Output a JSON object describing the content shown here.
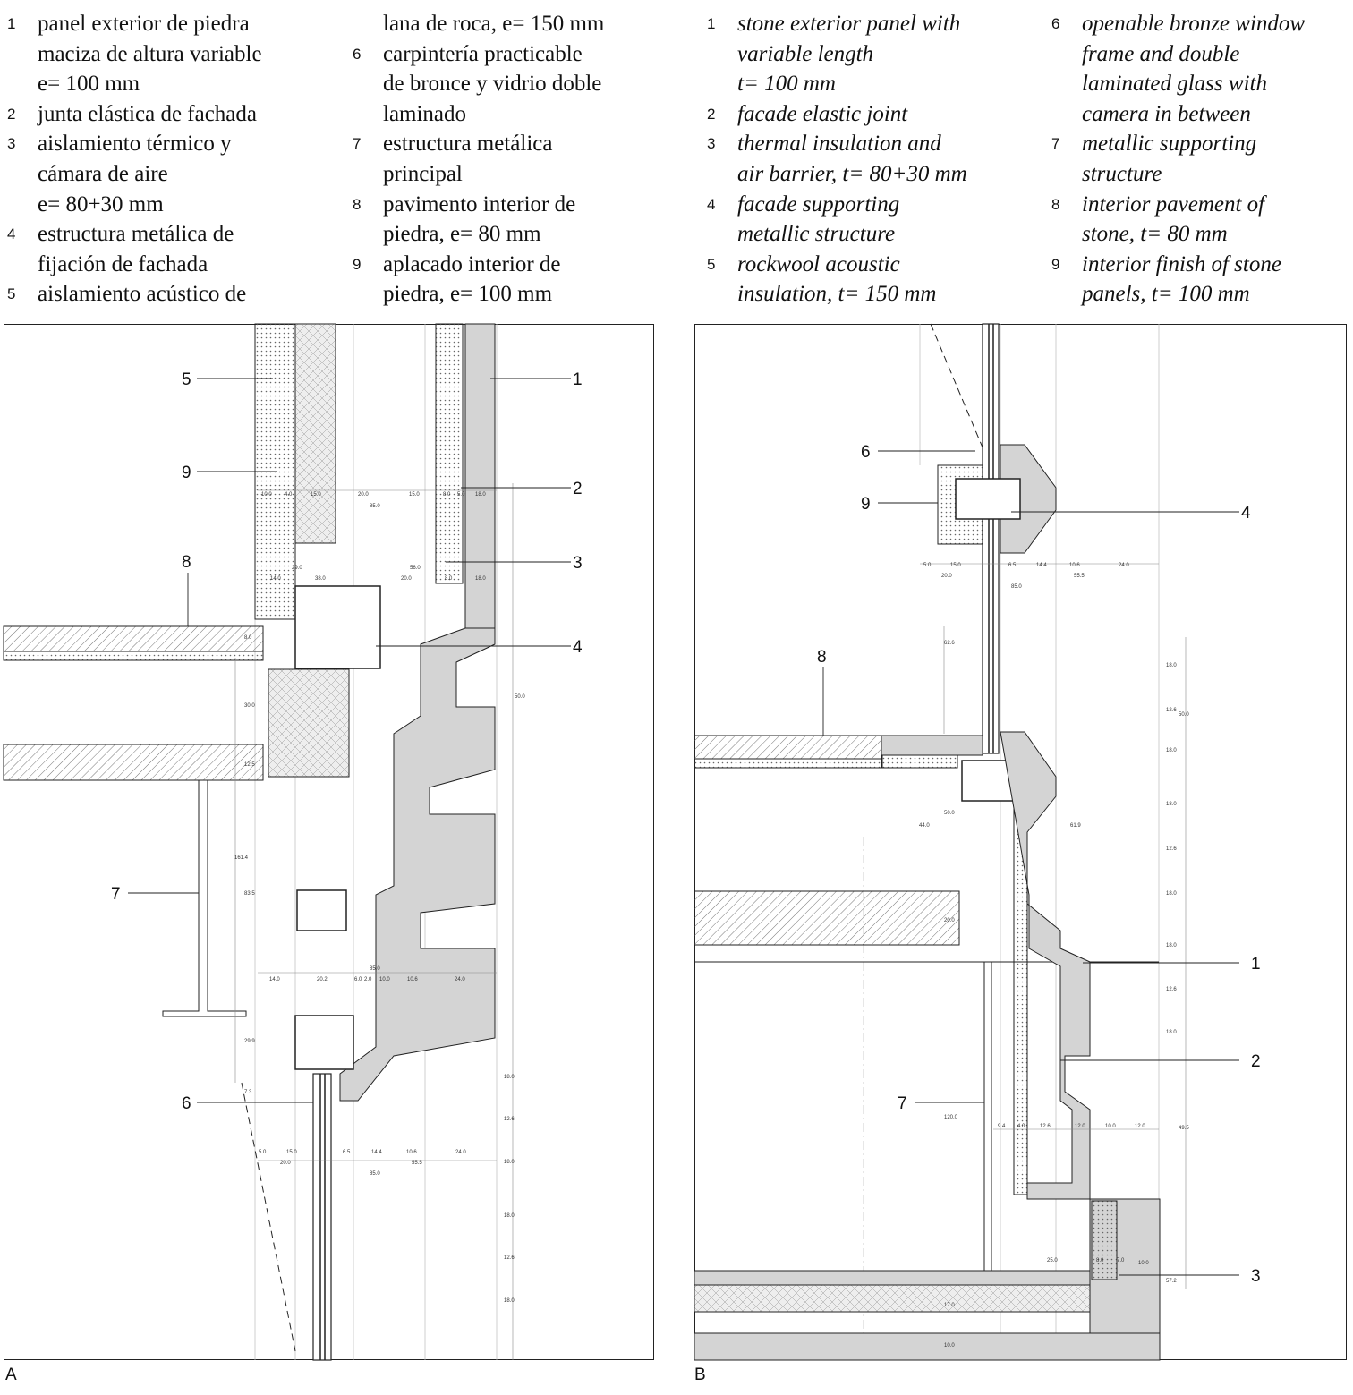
{
  "legend_es": [
    {
      "num": "1",
      "text": "panel exterior de piedra\nmaciza de altura variable\ne= 100 mm"
    },
    {
      "num": "2",
      "text": "junta elástica de fachada"
    },
    {
      "num": "3",
      "text": "aislamiento térmico y\ncámara de aire\ne= 80+30 mm"
    },
    {
      "num": "4",
      "text": "estructura metálica de\nfijación de fachada"
    },
    {
      "num": "5",
      "text": "aislamiento acústico de\nlana de roca, e= 150 mm"
    },
    {
      "num": "6",
      "text": "carpintería practicable\nde bronce y vidrio doble\nlaminado"
    },
    {
      "num": "7",
      "text": "estructura metálica\nprincipal"
    },
    {
      "num": "8",
      "text": "pavimento interior de\npiedra, e= 80 mm"
    },
    {
      "num": "9",
      "text": "aplacado interior de\npiedra, e= 100 mm"
    }
  ],
  "legend_en": [
    {
      "num": "1",
      "text": "stone exterior panel with\nvariable length\n t= 100 mm"
    },
    {
      "num": "2",
      "text": "facade elastic joint"
    },
    {
      "num": "3",
      "text": "thermal insulation and\nair barrier, t= 80+30 mm"
    },
    {
      "num": "4",
      "text": "facade supporting\nmetallic structure"
    },
    {
      "num": "5",
      "text": "rockwool acoustic\ninsulation, t= 150 mm"
    },
    {
      "num": "6",
      "text": "openable bronze window\nframe and double\nlaminated glass with\ncamera in between"
    },
    {
      "num": "7",
      "text": "metallic supporting\nstructure"
    },
    {
      "num": "8",
      "text": "interior pavement of\nstone, t= 80 mm"
    },
    {
      "num": "9",
      "text": "interior finish of stone\npanels, t= 100 mm"
    }
  ],
  "panels": {
    "a": "A",
    "b": "B"
  },
  "callouts_a": [
    "5",
    "9",
    "8",
    "7",
    "6",
    "1",
    "2",
    "3",
    "4"
  ],
  "callouts_b": [
    "6",
    "9",
    "8",
    "7",
    "4",
    "1",
    "2",
    "3"
  ],
  "dims_a": [
    "10.0",
    "4.0",
    "15.0",
    "20.0",
    "15.0",
    "8.0",
    "5.0",
    "18.0",
    "85.0",
    "29.0",
    "56.0",
    "14.0",
    "38.0",
    "20.0",
    "8.0",
    "18.0",
    "8.0",
    "30.0",
    "12.5",
    "161.4",
    "83.5",
    "29.9",
    "7.3",
    "50.0",
    "14.0",
    "20.2",
    "6.0",
    "2.0",
    "10.0",
    "10.6",
    "24.0",
    "85.0",
    "5.0",
    "15.0",
    "6.5",
    "14.4",
    "10.6",
    "24.0",
    "20.0",
    "55.5",
    "85.0",
    "18.0",
    "12.6",
    "18.0",
    "18.0",
    "12.6",
    "18.0"
  ],
  "dims_b": [
    "5.0",
    "15.0",
    "6.5",
    "14.4",
    "10.6",
    "24.0",
    "20.0",
    "55.5",
    "85.0",
    "62.6",
    "44.0",
    "61.9",
    "50.0",
    "20.0",
    "18.0",
    "12.6",
    "18.0",
    "18.0",
    "12.6",
    "18.0",
    "18.0",
    "12.6",
    "18.0",
    "50.0",
    "9.4",
    "4.0",
    "12.6",
    "12.0",
    "10.0",
    "12.0",
    "49.5",
    "120.0",
    "25.0",
    "8.0",
    "7.0",
    "10.0",
    "57.2",
    "17.0",
    "10.0"
  ]
}
